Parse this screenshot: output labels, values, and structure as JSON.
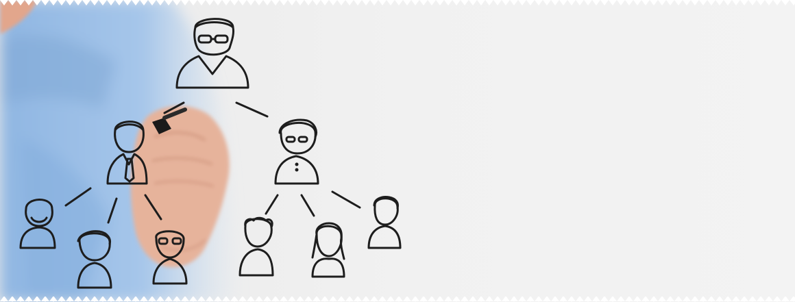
{
  "scene": {
    "kind": "photo",
    "colors": {
      "background": "#f0f0f0",
      "shirt": "#9cc0e6",
      "shirt_shadow": "#7fa7d6",
      "skin": "#e7b49c",
      "skin_shadow": "#c98c73",
      "ink": "#1d1d1d",
      "border": "#ffffff"
    },
    "figures": [
      {
        "id": "top",
        "icon": "boss-glasses-icon"
      },
      {
        "id": "mid-left",
        "icon": "manager-tie-icon"
      },
      {
        "id": "mid-right",
        "icon": "manager-woman-glasses-icon"
      },
      {
        "id": "bottom-1",
        "icon": "employee-bearded-icon"
      },
      {
        "id": "bottom-2",
        "icon": "employee-woman-icon"
      },
      {
        "id": "bottom-3",
        "icon": "employee-glasses-icon"
      },
      {
        "id": "bottom-4",
        "icon": "employee-curly-hair-icon"
      },
      {
        "id": "bottom-5",
        "icon": "employee-long-hair-woman-icon"
      },
      {
        "id": "bottom-6",
        "icon": "employee-short-hair-icon"
      }
    ]
  }
}
